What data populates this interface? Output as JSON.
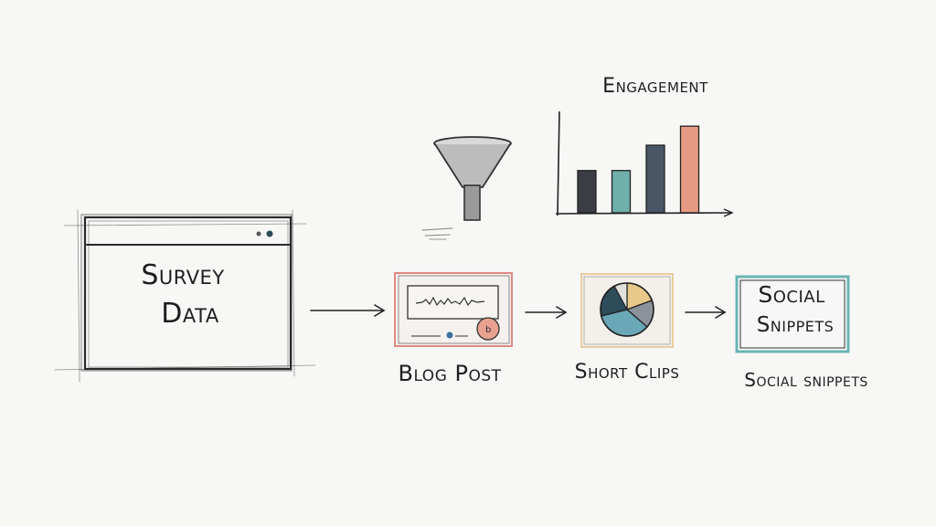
{
  "diagram": {
    "survey_box": {
      "line1": "Survey",
      "line2": "Data"
    },
    "engagement_chart": {
      "title": "Engagement"
    },
    "blog_post": {
      "label": "Blog Post"
    },
    "short_clips": {
      "label": "Short Clips"
    },
    "social_box": {
      "line1": "Social",
      "line2": "Snippets"
    },
    "social_label": "Social snippets"
  },
  "chart_data": {
    "type": "bar",
    "title": "Engagement",
    "categories": [
      "",
      "",
      "",
      ""
    ],
    "values": [
      2,
      2,
      3.2,
      4.1
    ],
    "colors": [
      "#3a3d44",
      "#6fb0aa",
      "#4a5566",
      "#e69a84"
    ],
    "ylim": [
      0,
      4.8
    ],
    "grid": false
  },
  "colors": {
    "ink": "#222222",
    "blog_frame": "#e08a80",
    "clips_frame": "#e9cfa0",
    "social_frame": "#6ab4b4",
    "pie_blue": "#6aa7b7",
    "pie_dark": "#2d4b58",
    "pie_sand": "#e8c98a",
    "pie_grey": "#8b929a"
  }
}
